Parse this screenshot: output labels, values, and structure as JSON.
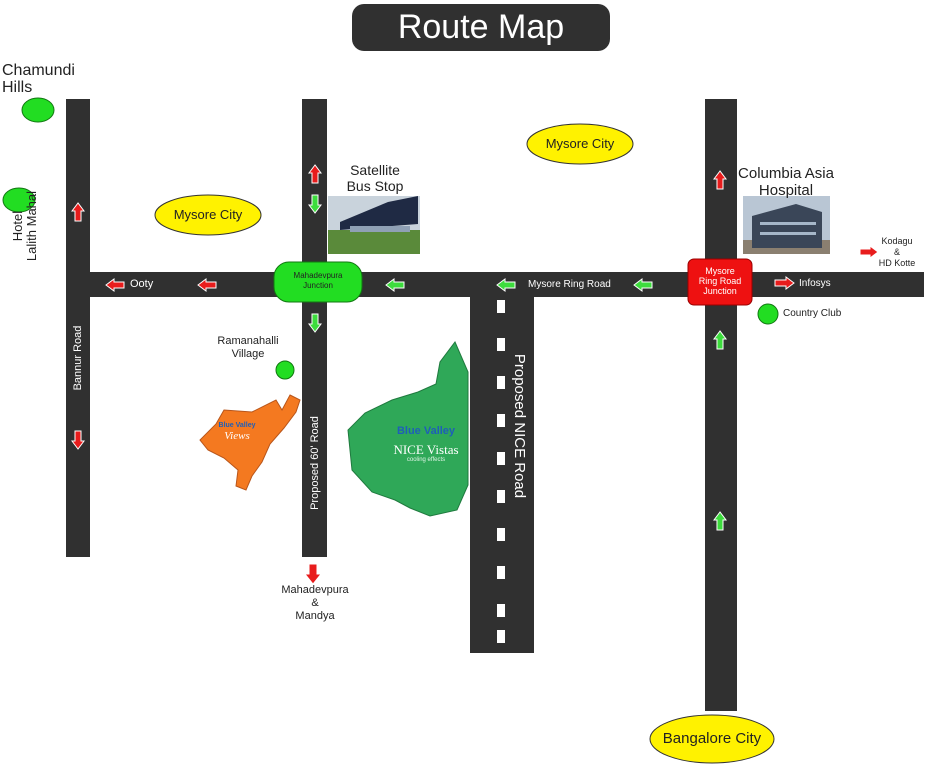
{
  "title": "Route Map",
  "places": {
    "chamundi": [
      "Chamundi",
      "Hills"
    ],
    "hotel": [
      "Hotel",
      "Lalith Mahal"
    ],
    "mysore_left": "Mysore City",
    "mysore_top": "Mysore City",
    "satellite": [
      "Satellite",
      "Bus Stop"
    ],
    "columbia": [
      "Columbia Asia",
      "Hospital"
    ],
    "kodagu": [
      "Kodagu",
      "&",
      "HD Kotte"
    ],
    "ooty": "Ooty",
    "infosys": "Infosys",
    "country_club": "Country Club",
    "ramanahalli": [
      "Ramanahalli",
      "Village"
    ],
    "mahadevpura_mandya": [
      "Mahadevpura",
      "&",
      "Mandya"
    ],
    "bangalore": "Bangalore City"
  },
  "roads": {
    "mysore_ring": "Mysore Ring Road",
    "bannur": "Bannur Road",
    "proposed_60": "Proposed 60' Road",
    "proposed_nice": "Proposed NICE Road"
  },
  "junctions": {
    "mahadevpura": [
      "Mahadevpura",
      "Junction"
    ],
    "ring_road": [
      "Mysore",
      "Ring Road",
      "Junction"
    ]
  },
  "projects": {
    "blue_valley_views": [
      "Blue Valley",
      "Views"
    ],
    "nice_vistas": [
      "Blue Valley",
      "NICE Vistas",
      "cooling effects"
    ]
  },
  "colors": {
    "road": "#303030",
    "yellow_zone": "#fff200",
    "green_dot": "#22dd22",
    "ring_junction": "#ee1111",
    "orange_plot": "#f47920",
    "green_plot": "#2fa858",
    "arrow_green": "#3ddc3d",
    "arrow_red": "#e81c1c"
  }
}
